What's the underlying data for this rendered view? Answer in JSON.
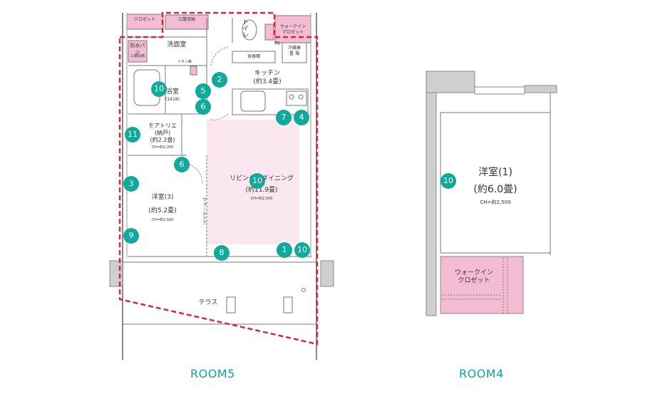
{
  "rooms": [
    {
      "id": "room5",
      "label": "ROOM5"
    },
    {
      "id": "room4",
      "label": "ROOM4"
    }
  ],
  "room5": {
    "closet_top": "クロゼット",
    "storage_top": "三層収納",
    "toilet": "トイレ",
    "wic": "ウォークイン\nクロゼット",
    "washroom": "洗面室",
    "laundry": "防水パン",
    "laundry_sub": "三層収納",
    "linen": "リネン庫",
    "bath": "浴室",
    "bath_size": "(1418)",
    "pantry": "食器棚",
    "fridge": "冷蔵庫\n置 場",
    "kitchen": "キッチン",
    "kitchen_size": "(約3.4畳)",
    "ps": "PS",
    "atelier": "モアトリエ\n(納戸)\n(約2.2畳)",
    "atelier_ch": "CH=約2,200",
    "western3": "洋室(3)",
    "western3_size": "(約5.2畳)",
    "western3_ch": "CH=約2,500",
    "living": "リビング・ダイニング",
    "living_size": "(約11.9畳)",
    "living_ch": "CH=約2,500",
    "wall_door": "ウォールドア",
    "terrace": "テラス"
  },
  "room4": {
    "western1": "洋室(1)",
    "western1_size": "(約6.0畳)",
    "western1_ch": "CH=約2,500",
    "wic": "ウォークイン\nクロゼット"
  },
  "markers": [
    "2",
    "10",
    "5",
    "6",
    "7",
    "4",
    "11",
    "6",
    "10",
    "3",
    "9",
    "8",
    "1",
    "10",
    "10"
  ],
  "colors": {
    "teal": "#11a99a",
    "highlight": "#d42a3c",
    "living_fill": "#fbe7ef",
    "storage_fill": "#f4bcd3",
    "wall": "#cfcfcf"
  }
}
